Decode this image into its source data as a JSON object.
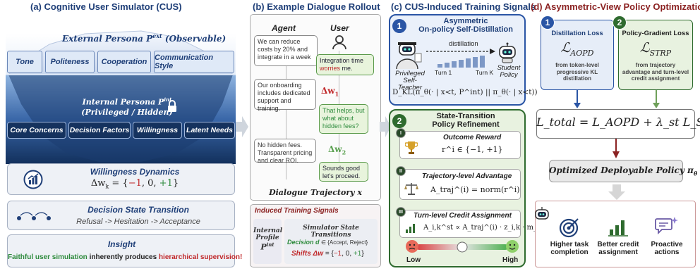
{
  "panel_a": {
    "title": "(a) Cognitive User Simulator (CUS)",
    "external_label": "External Persona P",
    "external_sup": "ext",
    "external_suffix": "(Observable)",
    "external_traits": [
      "Tone",
      "Politeness",
      "Cooperation",
      "Communication Style"
    ],
    "internal_label": "Internal Persona P",
    "internal_sup": "int",
    "internal_suffix": "(Privileged / Hidden)",
    "internal_traits": [
      "Core Concerns",
      "Decision Factors",
      "Willingness",
      "Latent Needs"
    ],
    "willingness_title": "Willingness Dynamics",
    "willingness_formula_prefix": "Δw",
    "willingness_formula_sub": "k",
    "willingness_formula_eq": " = {",
    "willingness_neg": "−1",
    "willingness_zero": ", 0, ",
    "willingness_pos": "+1",
    "willingness_close": "}",
    "decision_title": "Decision State Transition",
    "decision_states": "Refusal -> Hesitation -> Acceptance",
    "insight_title": "Insight",
    "insight_part1": "Faithful user simulation",
    "insight_part2": " inherently produces ",
    "insight_part3": "hierarchical supervision!"
  },
  "panel_b": {
    "title": "(b) Example Dialogue Rollout",
    "agent_label": "Agent",
    "user_label": "User",
    "agent_msgs": [
      "We can reduce costs by 20% and integrate in a week",
      "Our onboarding includes dedicated support and training.",
      "No hidden fees. Transparent pricing and clear ROI."
    ],
    "user_msg1_a": "Integration time ",
    "user_msg1_b": "worries",
    "user_msg1_c": " me.",
    "delta_w1": "Δw",
    "delta_w1_sub": "1",
    "user_msg2": "That helps, but what about hidden fees?",
    "delta_w2": "Δw",
    "delta_w2_sub": "2",
    "user_msg3": "Sounds good let's proceed.",
    "trajectory_label": "Dialogue Trajectory x",
    "induced_title": "Induced Training Signals",
    "internal_profile": "Internal Profile",
    "profile_symbol": "P",
    "profile_sup": "int",
    "sim_state_title": "Simulator State Transitions",
    "decision_label": "Decision d",
    "decision_set": "∈ {Accept, Reject}",
    "shifts_label": "Shifts Δw",
    "shifts_eq": " = {",
    "shifts_neg": "−1",
    "shifts_zero": ", 0, ",
    "shifts_pos": "+1",
    "shifts_close": "}"
  },
  "panel_c": {
    "title": "(c) CUS-Induced Training Signals",
    "box1_num": "1",
    "box1_title_line1": "Asymmetric",
    "box1_title_line2": "On-policy Self-Distillation",
    "distillation_label": "distillation",
    "turn1_label": "Turn 1",
    "turnk_label": "Turn K",
    "teacher_label": "Privileged Self-Teacher",
    "student_label": "Student Policy",
    "kl_formula": "D_KL(π_θ(· | x<t, P^int) || π_θ(· | x<t))",
    "box2_num": "2",
    "box2_title_line1": "State-Transition",
    "box2_title_line2": "Policy Refinement",
    "outcome_num": "I",
    "outcome_title": "Outcome Reward",
    "outcome_formula": "r^i ∈ {−1, +1}",
    "traj_num": "II",
    "traj_title": "Trajectory-level Advantage",
    "traj_formula": "A_traj^(i) = norm(r^i)",
    "turn_num": "III",
    "turn_title": "Turn-level Credit Assignment",
    "turn_formula": "A_i,k^st ∝ A_traj^(i) · z_i,k · m_i,k",
    "low_label": "Low",
    "high_label": "High"
  },
  "panel_d": {
    "title": "(d) Asymmetric-View Policy Optimization",
    "loss1_num": "1",
    "loss1_title": "Distillation Loss",
    "loss1_symbol": "AOPD",
    "loss1_desc": "from token-level progressive KL distillation",
    "loss2_num": "2",
    "loss2_title": "Policy-Gradient Loss",
    "loss2_symbol": "STRP",
    "loss2_desc": "from trajectory advantage and turn-level credit assignment",
    "total_formula": "L_total = L_AOPD + λ_st L_STRP",
    "optimized_label": "Optimized Deployable Policy",
    "optimized_symbol": "π",
    "optimized_sub": "θ",
    "outcomes": [
      "Higher task completion",
      "Better credit assignment",
      "Proactive actions"
    ]
  },
  "colors": {
    "navy": "#1f3f78",
    "dark_red": "#8b2222",
    "green_panel": "#2f6b2f",
    "red_accent": "#c0282a"
  }
}
